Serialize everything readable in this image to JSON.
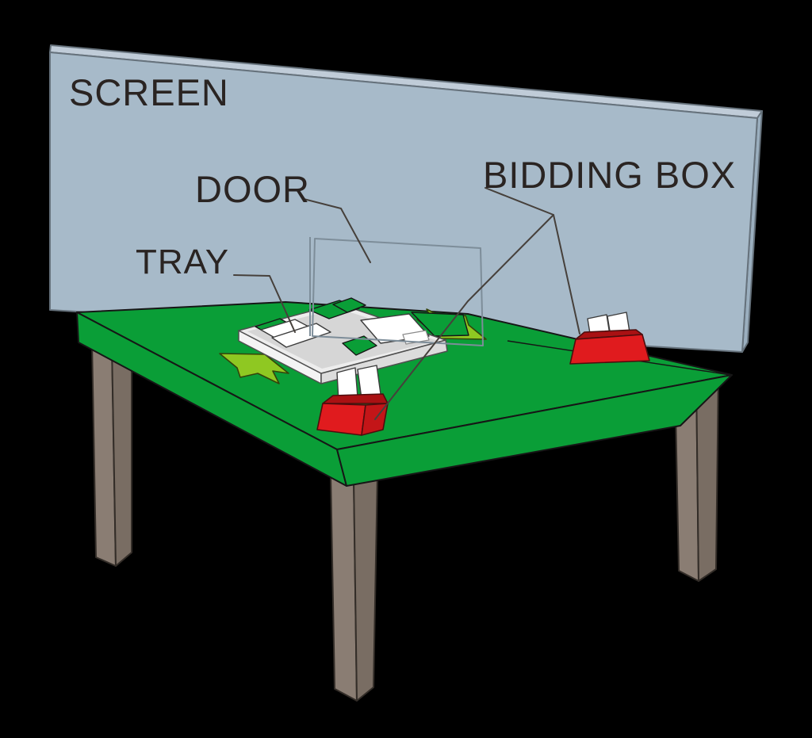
{
  "diagram": {
    "type": "illustrated-diagram",
    "subject": "Bridge table equipment: screen across the table with a door, dealing tray and two bidding boxes",
    "labels": {
      "screen": "SCREEN",
      "door": "DOOR",
      "tray": "TRAY",
      "bidding_box": "BIDDING BOX"
    },
    "annotations": [
      {
        "label": "SCREEN",
        "points_to": "large gray panel standing diagonally across the green table"
      },
      {
        "label": "DOOR",
        "points_to": "rectangular flap opening in the lower middle of the screen"
      },
      {
        "label": "TRAY",
        "points_to": "light gray board tray with cards that slides under the door"
      },
      {
        "label": "BIDDING BOX",
        "points_to": "two red boxes with white bid cards, one on each side of the screen"
      }
    ],
    "colors": {
      "background": "#000000",
      "table_green": "#0a9e37",
      "screen_front": "#a7bac9",
      "screen_top": "#c0ccd8",
      "screen_side": "#9bafbf",
      "leg_light": "#8a7d73",
      "leg_dark": "#796d63",
      "box_red": "#e01b1e",
      "box_red_side": "#c31518",
      "box_red_top": "#a91113",
      "arrow_lime": "#8fc822",
      "tray_rim": "#ededed",
      "tray_surface": "#d6d6d6",
      "tray_side_light": "#f4f4f4",
      "tray_side_dark": "#dcdcdc",
      "card_white": "#ffffff",
      "label_text": "#2a2422",
      "leader_line": "#46403b",
      "door_line": "#7d8d99"
    }
  }
}
